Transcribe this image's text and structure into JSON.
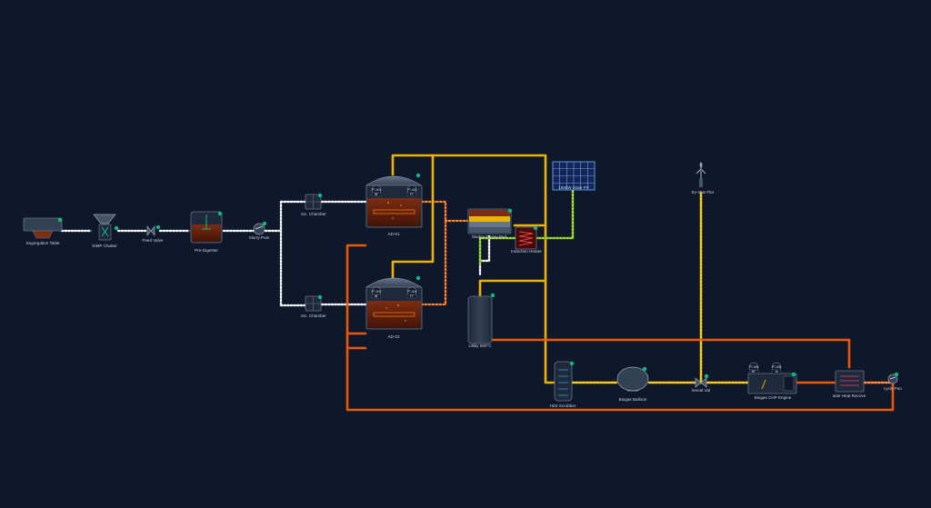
{
  "colors": {
    "background": "#0f172a",
    "gas_pipe": "#eab308",
    "heat_pipe": "#ea580c",
    "sludge_pipe": "#ffffff",
    "power_pipe": "#84cc16",
    "status_dot": "#10b981",
    "equipment": "#334155"
  },
  "equipment": {
    "segregation_table": "Segregation Table",
    "shredder": "SIMP Chutter",
    "feed_valve": "Feed Valve",
    "pre_digester": "Pre-Digester",
    "slurry_pump": "Slurry Pum",
    "inoc_chamber_1": "Inc. Chamber",
    "inoc_chamber_2": "Inc. Chamber",
    "ad_01": "AD-01",
    "ad_02": "AD-02",
    "sludge_drying_bed": "Sludge Drying Bed",
    "induction_heater": "Induction Heater",
    "solar_pv": "100kW Solar PV",
    "flare": "Ex-Gas Flar",
    "utility_tank": "Utility 690°C",
    "h2s_scrubber": "H2S Scrubber",
    "biogas_balloon": "Biogas Balloon",
    "solenoid_valve": "lenoid Val",
    "engine": "Biogas CHP Engine",
    "heat_recovery": "aste Heat Recove",
    "recycle_pump": "cycle Pun"
  },
  "sensor_tags": {
    "ad01_a": "PT-001",
    "ad01_b": "PT-002",
    "ad01_c": "38°",
    "ad01_d": "37°",
    "ad02_a": "PT-003",
    "ad02_b": "PT-004",
    "ad02_c": "38°",
    "ad02_d": "37°",
    "eng_a": "PT-005",
    "eng_b": "PT-006",
    "eng_c": "80°",
    "eng_d": "1k"
  }
}
